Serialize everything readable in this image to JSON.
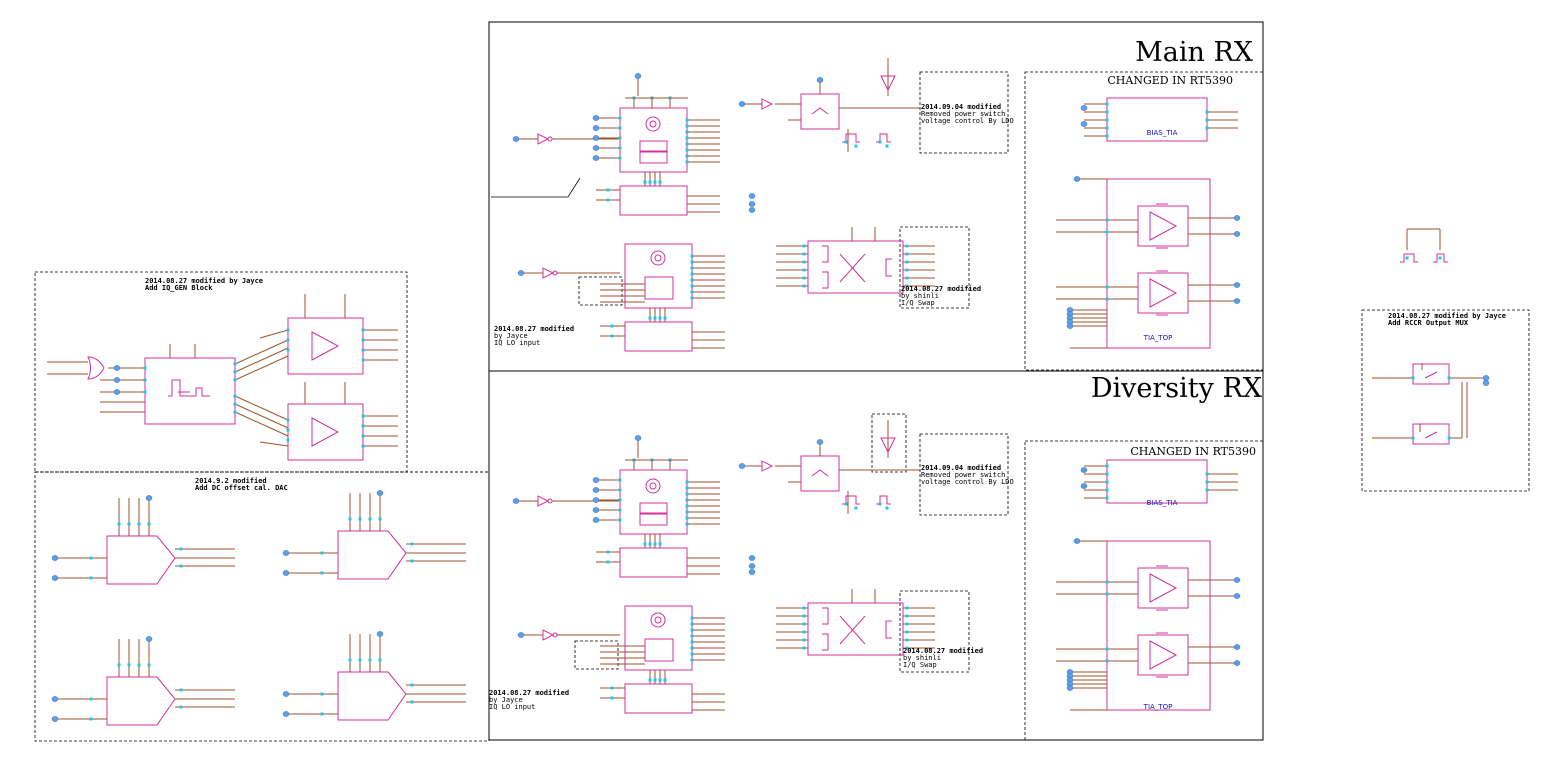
{
  "titles": {
    "main_rx": "Main RX",
    "diversity_rx": "Diversity RX"
  },
  "section_headers": {
    "changed_main": "CHANGED IN RT5390",
    "changed_div": "CHANGED IN RT5390"
  },
  "block_labels": {
    "bias_tia_main": "BIAS_TIA",
    "tia_top_main": "TIA_TOP",
    "bias_tia_div": "BIAS_TIA",
    "tia_top_div": "TIA_TOP"
  },
  "notes": {
    "iq_gen": [
      "2014.08.27 modified by Jayce",
      "Add IQ_GEN Block"
    ],
    "dc_offset": [
      "2014.9.2 modified",
      "Add DC offset cal. DAC"
    ],
    "ldo_main": [
      "2014.09.04 modified",
      "Removed power switch",
      "voltage control By LDO"
    ],
    "ldo_div": [
      "2014.09.04 modified",
      "Removed power switch",
      "voltage control By LDO"
    ],
    "iq_swap_main": [
      "2014.08.27 modified",
      "by shinli",
      "I/Q Swap"
    ],
    "iq_swap_div": [
      "2014.08.27 modified",
      "by shinli",
      "I/Q Swap"
    ],
    "lo_input_main": [
      "2014.08.27 modified",
      "by Jayce",
      "IQ LO input"
    ],
    "lo_input_div": [
      "2014.08.27 modified",
      "by Jayce",
      "IQ LO input"
    ],
    "rccr_mux": [
      "2014.08.27 modified by Jayce",
      "Add RCCR Output MUX"
    ]
  },
  "colors": {
    "wire": "#a0522d",
    "symbol": "#d0309a",
    "pin": "#1ec8e8",
    "port": "#5aa0e6",
    "frame": "#000000",
    "label": "#1010c0"
  }
}
